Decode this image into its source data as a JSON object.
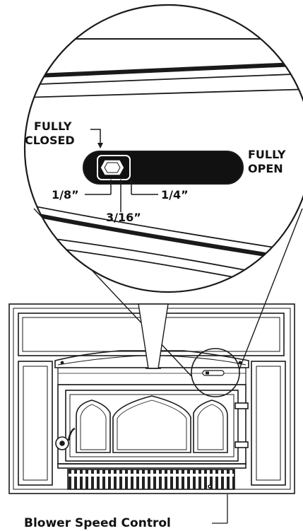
{
  "labels": {
    "fully_closed_line1": "FULLY",
    "fully_closed_line2": "CLOSED",
    "fully_open_line1": "FULLY",
    "fully_open_line2": "OPEN",
    "one_eighth": "1/8”",
    "three_sixteenths": "3/16”",
    "one_quarter": "1/4”",
    "blower_speed_control": "Blower Speed Control"
  },
  "colors": {
    "stroke": "#1a1a1a",
    "fill_dark": "#111111",
    "background": "#ffffff"
  }
}
